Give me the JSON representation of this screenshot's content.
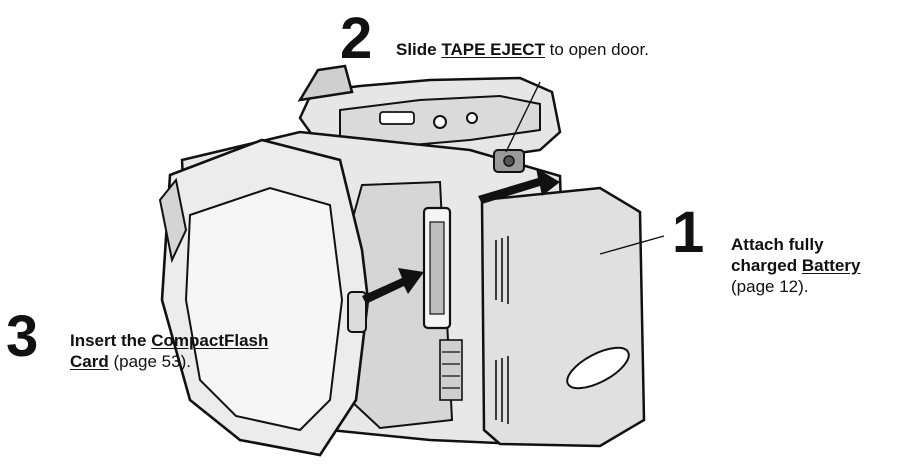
{
  "steps": [
    {
      "number": "1",
      "line1": "Attach fully",
      "line2_prefix": "charged ",
      "line2_link": "Battery",
      "line3": "(page 12)."
    },
    {
      "number": "2",
      "prefix": "Slide ",
      "link": "TAPE EJECT",
      "suffix": " to open door."
    },
    {
      "number": "3",
      "line1_prefix": "Insert the ",
      "line1_link": "CompactFlash",
      "line2_link": "Card",
      "line2_suffix": " (page 53)."
    }
  ],
  "colors": {
    "ink": "#111111",
    "body": "#e6e6e6",
    "shade": "#c9c9c9",
    "dark": "#7a7a7a"
  }
}
